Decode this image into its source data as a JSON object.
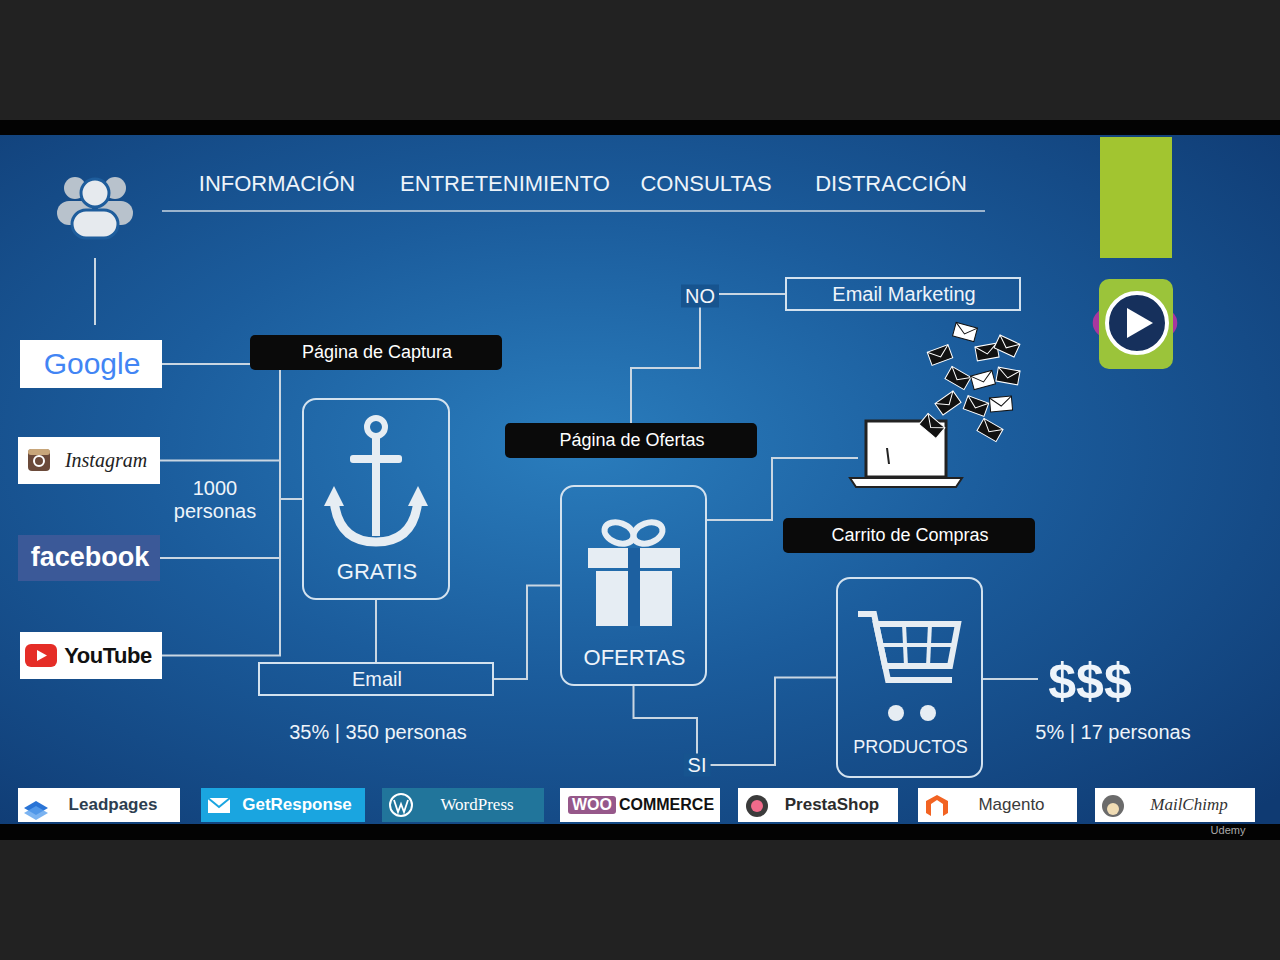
{
  "diagram": {
    "nodes": [
      {
        "text": [
          "Google"
        ]
      },
      {
        "text": [
          "Instagram"
        ]
      },
      {
        "text": [
          "facebook"
        ]
      },
      {
        "text": [
          "YouTube"
        ]
      },
      {
        "text": [
          "Página de Captura"
        ]
      },
      {
        "text": [
          "GRATIS"
        ]
      },
      {
        "text": [
          "Email"
        ]
      },
      {
        "text": [
          "Página de Ofertas"
        ]
      },
      {
        "text": [
          "OFERTAS"
        ]
      },
      {
        "text": [
          "Email Marketing"
        ]
      },
      {
        "text": [
          "Carrito de Compras"
        ]
      },
      {
        "text": [
          "PRODUCTOS"
        ]
      },
      {
        "text": [
          "Leadpages"
        ]
      },
      {
        "text": [
          "GetResponse"
        ]
      },
      {
        "text": [
          "WordPress"
        ]
      },
      {
        "text": [
          "WOO",
          "COMMERCE"
        ]
      },
      {
        "text": [
          "PrestaShop"
        ]
      },
      {
        "text": [
          "Magento"
        ]
      },
      {
        "text": [
          "MailChimp"
        ]
      }
    ],
    "edges": [
      {
        "from": 0,
        "to": 5,
        "arrow": "none"
      },
      {
        "from": 1,
        "to": 5,
        "arrow": "none"
      },
      {
        "from": 2,
        "to": 5,
        "arrow": "none"
      },
      {
        "from": 3,
        "to": 5,
        "arrow": "none"
      },
      {
        "from": 5,
        "to": 6,
        "arrow": "none"
      },
      {
        "from": 6,
        "to": 8,
        "arrow": "none"
      },
      {
        "from": 7,
        "to": 9,
        "label": "NO",
        "arrow": "none"
      },
      {
        "from": 8,
        "to": 11,
        "label": "SI",
        "arrow": "none"
      }
    ],
    "labels": [
      "INFORMACIÓN",
      "ENTRETENIMIENTO",
      "CONSULTAS",
      "DISTRACCIÓN",
      "1000 personas",
      "35% | 350 personas",
      "$$$",
      "5% | 17 personas",
      "Udemy"
    ]
  }
}
